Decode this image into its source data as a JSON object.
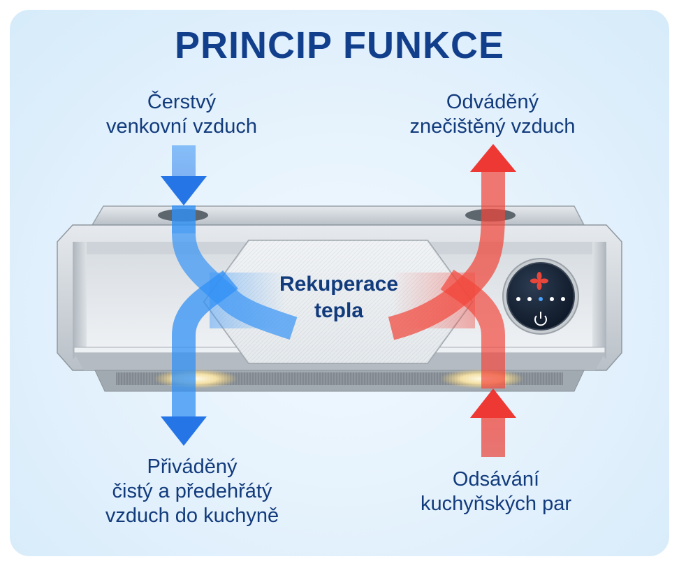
{
  "title": "PRINCIP FUNKCE",
  "labels": {
    "fresh_air": [
      "Čerstvý",
      "venkovní vzduch"
    ],
    "exhaust_air": [
      "Odváděný",
      "znečištěný vzduch"
    ],
    "supply_air": [
      "Přiváděný",
      "čistý a předehřátý",
      "vzduch do kuchyně"
    ],
    "extraction": [
      "Odsávání",
      "kuchyňských par"
    ],
    "recovery": [
      "Rekuperace",
      "tepla"
    ]
  },
  "colors": {
    "title": "#123f8c",
    "text": "#123b7c",
    "cold_flow": "#1e7df0",
    "hot_flow": "#ee2f2a",
    "steel": "#c3c9cf"
  },
  "icons": {
    "control_panel": [
      "fan-icon",
      "power-icon"
    ]
  }
}
